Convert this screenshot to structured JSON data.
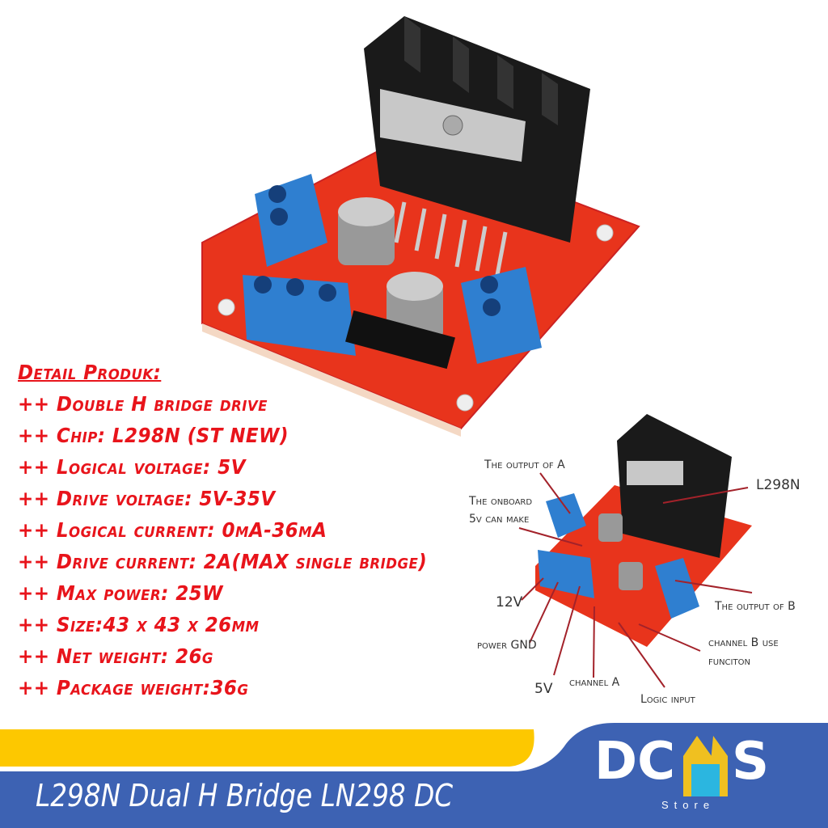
{
  "specs": {
    "title": "Detail Produk:",
    "items": [
      "++ Double H bridge drive",
      "++ Chip: L298N (ST NEW)",
      "++ Logical voltage: 5V",
      "++ Drive voltage: 5V-35V",
      "++ Logical current: 0mA-36mA",
      "++ Drive current: 2A(MAX single bridge)",
      "++ Max power: 25W",
      "++ Size:43 x 43 x 26mm",
      "++ Net weight: 26g",
      "++ Package weight:36g"
    ]
  },
  "diagram": {
    "output_a": "The output of A",
    "onboard_1": "The onboard",
    "onboard_2": "5v can make",
    "chip": "L298N",
    "v12": "12V",
    "power_gnd": "power GND",
    "v5": "5V",
    "channel_a": "channel A",
    "logic_input": "Logic input",
    "output_b": "The output of B",
    "channel_b_1": "channel B use",
    "channel_b_2": "funciton"
  },
  "banner": {
    "title": "L298N Dual H Bridge LN298 DC",
    "logo_left": "DC",
    "logo_right": "S",
    "logo_sub": "Store"
  },
  "colors": {
    "spec_text": "#e8141b",
    "banner_blue": "#3d62b3",
    "banner_yellow": "#fdc800",
    "board_red": "#e8341c",
    "terminal_blue": "#2f7fd0"
  }
}
